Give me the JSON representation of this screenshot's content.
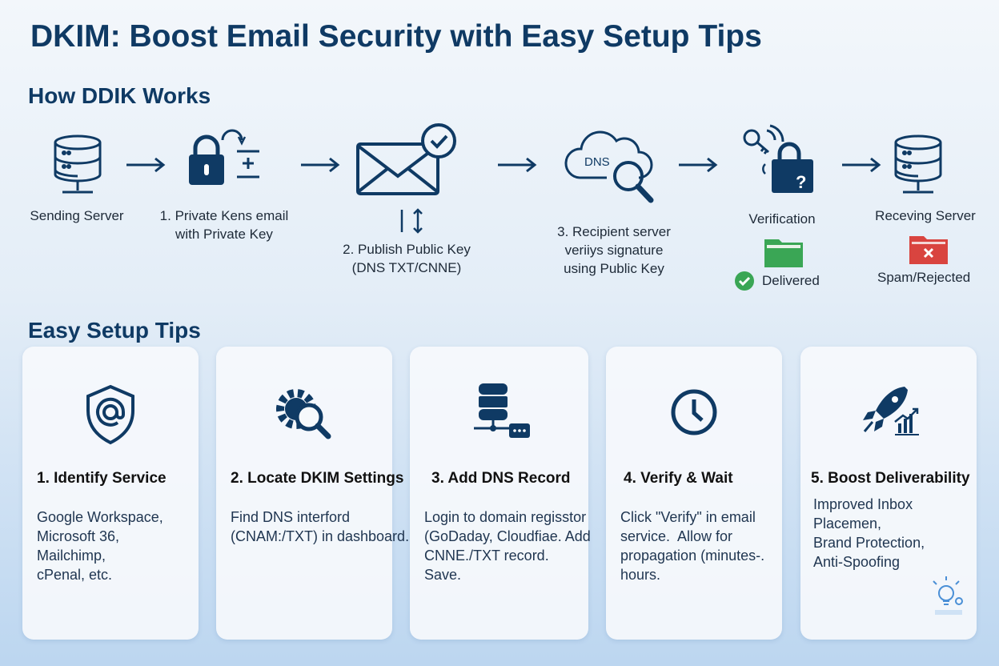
{
  "title": "DKIM: Boost Email Security with Easy Setup Tips",
  "how_it_works": {
    "heading": "How DDIK Works",
    "steps": [
      {
        "icon": "server-icon",
        "label": "Sending Server"
      },
      {
        "icon": "lock-icon",
        "label": "1. Private Kens email\nwith Private Key"
      },
      {
        "icon": "envelope-check-icon",
        "label": "2. Publish Public Key\n(DNS TXT/CNNE)"
      },
      {
        "icon": "dns-cloud-search-icon",
        "cloud_text": "DNS",
        "label": "3. Recipient server\nveriiys signature\nusing Public Key"
      },
      {
        "icon": "key-lock-icon",
        "label": "Verification"
      },
      {
        "icon": "server-icon",
        "label": "Receving Server"
      }
    ],
    "outcomes": {
      "delivered": "Delivered",
      "rejected": "Spam/Rejected"
    }
  },
  "tips": {
    "heading": "Easy Setup Tips",
    "cards": [
      {
        "icon": "shield-at-icon",
        "title": "1. Identify Service",
        "body": "Google Workspace,\nMicrosoft 36,\nMailchimp,\ncPenal, etc."
      },
      {
        "icon": "gear-search-icon",
        "title": "2. Locate DKIM Settings",
        "body": "Find DNS interford\n(CNAM:/TXT) in dashboard."
      },
      {
        "icon": "database-chat-icon",
        "title": "3. Add DNS Record",
        "body": "Login to domain regisstor\n(GoDaday, Cloudfiae. Add\nCNNE./TXT record.\nSave."
      },
      {
        "icon": "clock-icon",
        "title": "4. Verify & Wait",
        "body": "Click \"Verify\" in email\nservice.  Allow for\npropagation (minutes-.\nhours."
      },
      {
        "icon": "rocket-chart-icon",
        "title": "5. Boost Deliverability",
        "body": "Improved Inbox\nPlacemen,\nBrand Protection,\nAnti-Spoofing"
      }
    ]
  },
  "colors": {
    "navy": "#0f3a64",
    "green": "#3aa655",
    "red": "#d9443f"
  }
}
